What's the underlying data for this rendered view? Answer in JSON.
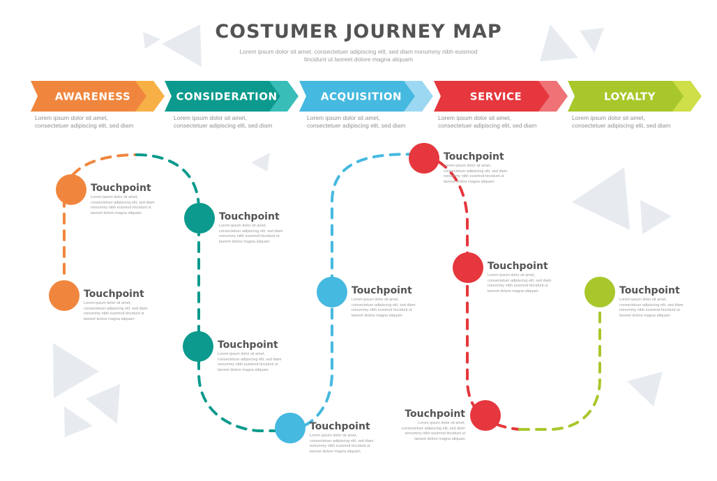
{
  "header": {
    "title": "COSTUMER JOURNEY MAP",
    "subtitle_line1": "Lorem ipsum dolor sit amet, consectetuer adipiscing elit, sed diam nonummy nibh euismod",
    "subtitle_line2": "tincidunt ut laoreet dolore magna aliquam"
  },
  "stages": [
    {
      "label": "AWARENESS",
      "color": "#F0863E",
      "tail_color": "#F7B046",
      "desc": [
        "Lorem ipsum dolor sit amet,",
        "consectetuer adipiscing elit, sed diam"
      ]
    },
    {
      "label": "CONSIDERATION",
      "color": "#0B9A8D",
      "tail_color": "#39BDB9",
      "desc": [
        "Lorem ipsum dolor sit amet,",
        "consectetuer adipiscing elit, sed diam"
      ]
    },
    {
      "label": "ACQUISITION",
      "color": "#45B9E0",
      "tail_color": "#9CD8F1",
      "desc": [
        "Lorem ipsum dolor sit amet,",
        "consectetuer adipiscing elit, sed diam"
      ]
    },
    {
      "label": "SERVICE",
      "color": "#E5373D",
      "tail_color": "#EE7276",
      "desc": [
        "Lorem ipsum dolor sit amet,",
        "consectetuer adipiscing elit, sed diam"
      ]
    },
    {
      "label": "LOYALTY",
      "color": "#A8C72B",
      "tail_color": "#CFDF48",
      "desc": [
        "Lorem ipsum dolor sit amet,",
        "consectetuer adipiscing elit, sed diam"
      ]
    }
  ],
  "touchpoints": [
    {
      "stage": 0,
      "title": "Touchpoint",
      "desc": "Lorem ipsum dolor sit amet, consectetuer adipiscing elit, sed diam nonummy nibh euismod tincidunt ut laoreet dolore magna aliquam"
    },
    {
      "stage": 0,
      "title": "Touchpoint",
      "desc": "Lorem ipsum dolor sit amet, consectetuer adipiscing elit, sed diam nonummy nibh euismod tincidunt ut laoreet dolore magna aliquam"
    },
    {
      "stage": 1,
      "title": "Touchpoint",
      "desc": "Lorem ipsum dolor sit amet, consectetuer adipiscing elit, sed diam nonummy nibh euismod tincidunt ut laoreet dolore magna aliquam"
    },
    {
      "stage": 1,
      "title": "Touchpoint",
      "desc": "Lorem ipsum dolor sit amet, consectetuer adipiscing elit, sed diam nonummy nibh euismod tincidunt ut laoreet dolore magna aliquam"
    },
    {
      "stage": 2,
      "title": "Touchpoint",
      "desc": "Lorem ipsum dolor sit amet, consectetuer adipiscing elit, sed diam nonummy nibh euismod tincidunt ut laoreet dolore magna aliquam"
    },
    {
      "stage": 2,
      "title": "Touchpoint",
      "desc": "Lorem ipsum dolor sit amet, consectetuer adipiscing elit, sed diam nonummy nibh euismod tincidunt ut laoreet dolore magna aliquam"
    },
    {
      "stage": 3,
      "title": "Touchpoint",
      "desc": "Lorem ipsum dolor sit amet, consectetuer adipiscing elit, sed diam nonummy nibh euismod tincidunt ut laoreet dolore magna aliquam"
    },
    {
      "stage": 3,
      "title": "Touchpoint",
      "desc": "Lorem ipsum dolor sit amet, consectetuer adipiscing elit, sed diam nonummy nibh euismod tincidunt ut laoreet dolore magna aliquam"
    },
    {
      "stage": 3,
      "title": "Touchpoint",
      "desc": "Lorem ipsum dolor sit amet, consectetuer adipiscing elit, sed diam nonummy nibh euismod tincidunt ut laoreet dolore magna aliquam"
    },
    {
      "stage": 4,
      "title": "Touchpoint",
      "desc": "Lorem ipsum dolor sit amet, consectetuer adipiscing elit, sed diam nonummy nibh euismod tincidunt ut laoreet dolore magna aliquam"
    }
  ],
  "decoration": {
    "triangle_color": "#E7EBF0"
  }
}
